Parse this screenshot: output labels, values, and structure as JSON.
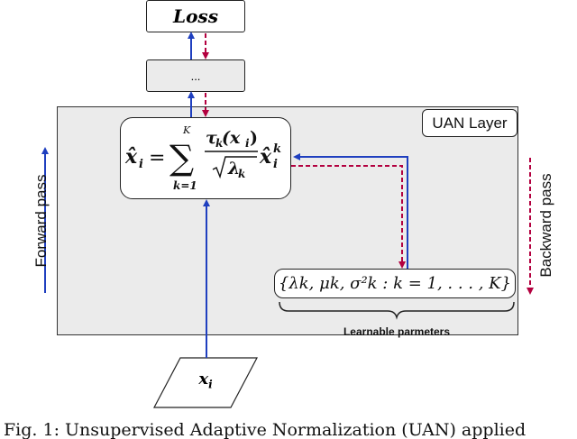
{
  "loss_label": "Loss",
  "hidden_label": "...",
  "uan_layer_label": "UAN Layer",
  "formula": {
    "lhs": "x̂",
    "lhs_sub": "i",
    "equals": "=",
    "sum_top": "K",
    "sum_bottom": "k=1",
    "numerator": "τ",
    "numerator_sub": "k",
    "numerator_arg": "(x",
    "numerator_arg_sub": "i",
    "numerator_close": ")",
    "denominator": "λ",
    "denominator_sub": "k",
    "rhs": "x̂",
    "rhs_sub": "i",
    "rhs_sup": "k"
  },
  "params_text": "{λk, μk, σ²k : k = 1, . . . , K}",
  "learnable_label": "Learnable parmeters",
  "input_label": "x",
  "input_sub": "i",
  "forward_pass_label": "Forward pass",
  "backward_pass_label": "Backward pass",
  "caption": "Fig. 1: Unsupervised Adaptive Normalization (UAN) applied",
  "colors": {
    "forward": "#1f3fbf",
    "backward": "#b3003f",
    "panel": "#ebebeb"
  }
}
